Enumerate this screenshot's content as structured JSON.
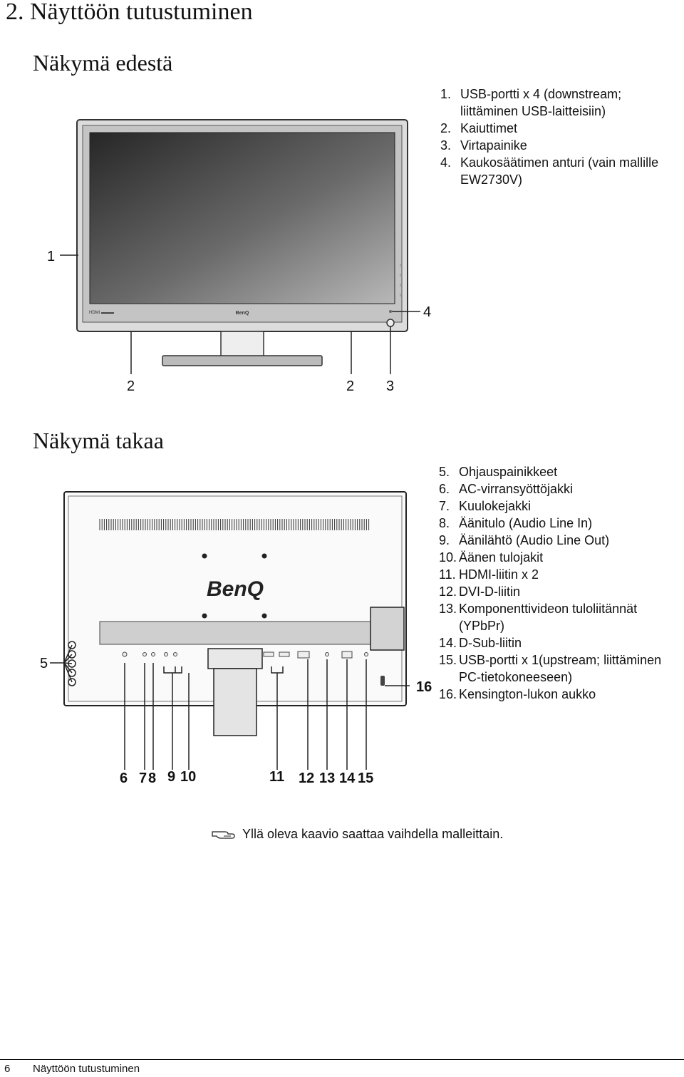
{
  "chapter_title": "2. Näyttöön tutustuminen",
  "front": {
    "heading": "Näkymä edestä",
    "items": [
      {
        "num": "1.",
        "text": "USB-portti x 4 (downstream; liittäminen USB-laitteisiin)"
      },
      {
        "num": "2.",
        "text": "Kaiuttimet"
      },
      {
        "num": "3.",
        "text": "Virtapainike"
      },
      {
        "num": "4.",
        "text": "Kaukosäätimen anturi (vain mallille EW2730V)"
      }
    ],
    "callouts": [
      "1",
      "2",
      "2",
      "3",
      "4"
    ]
  },
  "back": {
    "heading": "Näkymä takaa",
    "items": [
      {
        "num": "5.",
        "text": "Ohjauspainikkeet"
      },
      {
        "num": "6.",
        "text": "AC-virransyöttöjakki"
      },
      {
        "num": "7.",
        "text": "Kuulokejakki"
      },
      {
        "num": "8.",
        "text": "Äänitulo (Audio Line In)"
      },
      {
        "num": "9.",
        "text": "Äänilähtö (Audio Line Out)"
      },
      {
        "num": "10.",
        "text": "Äänen tulojakit"
      },
      {
        "num": "11.",
        "text": "HDMI-liitin x 2"
      },
      {
        "num": "12.",
        "text": "DVI-D-liitin"
      },
      {
        "num": "13.",
        "text": "Komponenttivideon tuloliitännät (YPbPr)"
      },
      {
        "num": "14.",
        "text": "D-Sub-liitin"
      },
      {
        "num": "15.",
        "text": "USB-portti x 1(upstream; liittäminen PC-tietokoneeseen)"
      },
      {
        "num": "16.",
        "text": "Kensington-lukon aukko"
      }
    ],
    "callouts": [
      "5",
      "16",
      "6",
      "7",
      "8",
      "9",
      "10",
      "11",
      "12",
      "13",
      "14",
      "15"
    ]
  },
  "logo_text": "BenQ",
  "note_text": "Yllä oleva kaavio saattaa vaihdella malleittain.",
  "footer": {
    "page_number": "6",
    "text": "Näyttöön tutustuminen"
  },
  "colors": {
    "bezel": "#d6d6d6",
    "screen_dark": "#2e2e2e",
    "screen_light": "#a8a8a8",
    "body_gray": "#c8c8c8"
  }
}
